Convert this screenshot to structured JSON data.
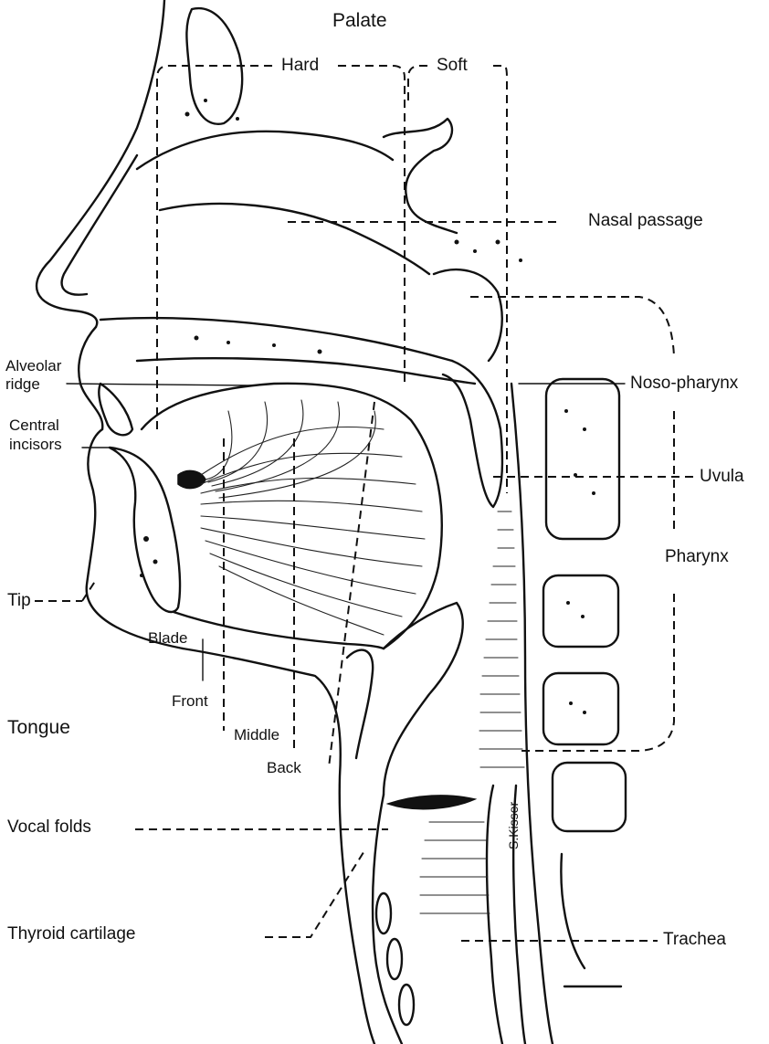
{
  "labels": {
    "palate": "Palate",
    "hard": "Hard",
    "soft": "Soft",
    "nasal_passage": "Nasal passage",
    "alveolar_ridge_1": "Alveolar",
    "alveolar_ridge_2": "ridge",
    "noso_pharynx": "Noso-pharynx",
    "central_incisors_1": "Central",
    "central_incisors_2": "incisors",
    "uvula": "Uvula",
    "pharynx": "Pharynx",
    "tip": "Tip",
    "blade": "Blade",
    "front": "Front",
    "tongue": "Tongue",
    "middle": "Middle",
    "back": "Back",
    "vocal_folds": "Vocal folds",
    "thyroid_cartilage": "Thyroid cartilage",
    "trachea": "Trachea",
    "signature": "S.Kisser"
  }
}
